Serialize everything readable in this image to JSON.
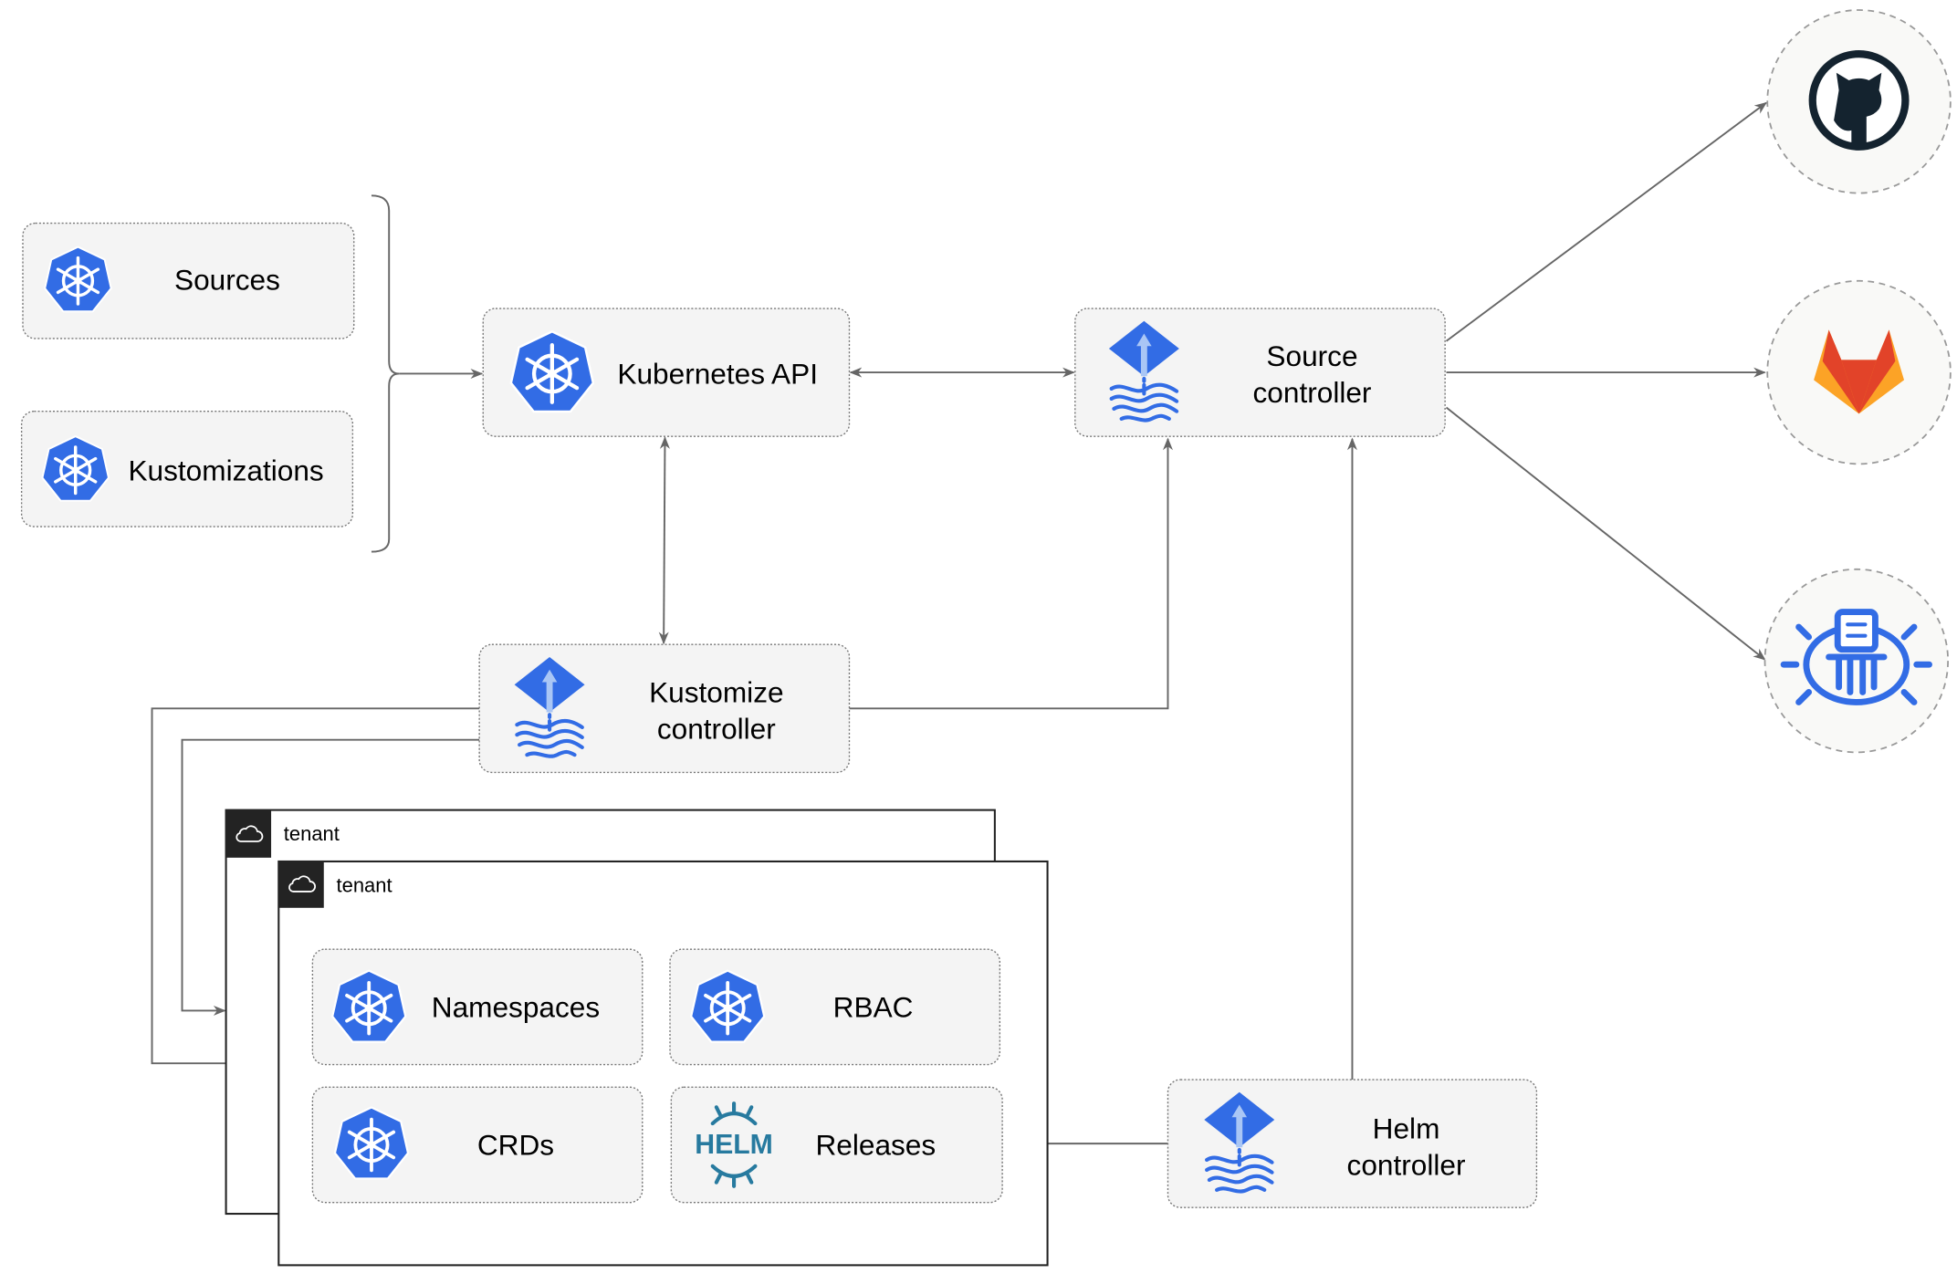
{
  "inputs": {
    "sources": "Sources",
    "kustomizations": "Kustomizations"
  },
  "nodes": {
    "kubernetes_api": "Kubernetes API",
    "source_controller": [
      "Source",
      "controller"
    ],
    "kustomize_controller": [
      "Kustomize",
      "controller"
    ],
    "helm_controller": [
      "Helm",
      "controller"
    ]
  },
  "tenants": [
    {
      "label": "tenant"
    },
    {
      "label": "tenant",
      "resources": [
        "Namespaces",
        "RBAC",
        "CRDs",
        "Releases"
      ]
    }
  ],
  "external_sources": [
    "github-icon",
    "gitlab-icon",
    "bucket-icon"
  ],
  "logos": {
    "helm": "HELM"
  },
  "colors": {
    "kubernetes_blue": "#326ce5",
    "gitlab_orange": "#e24329",
    "github_dark": "#14232f",
    "tenant_header": "#232323"
  }
}
